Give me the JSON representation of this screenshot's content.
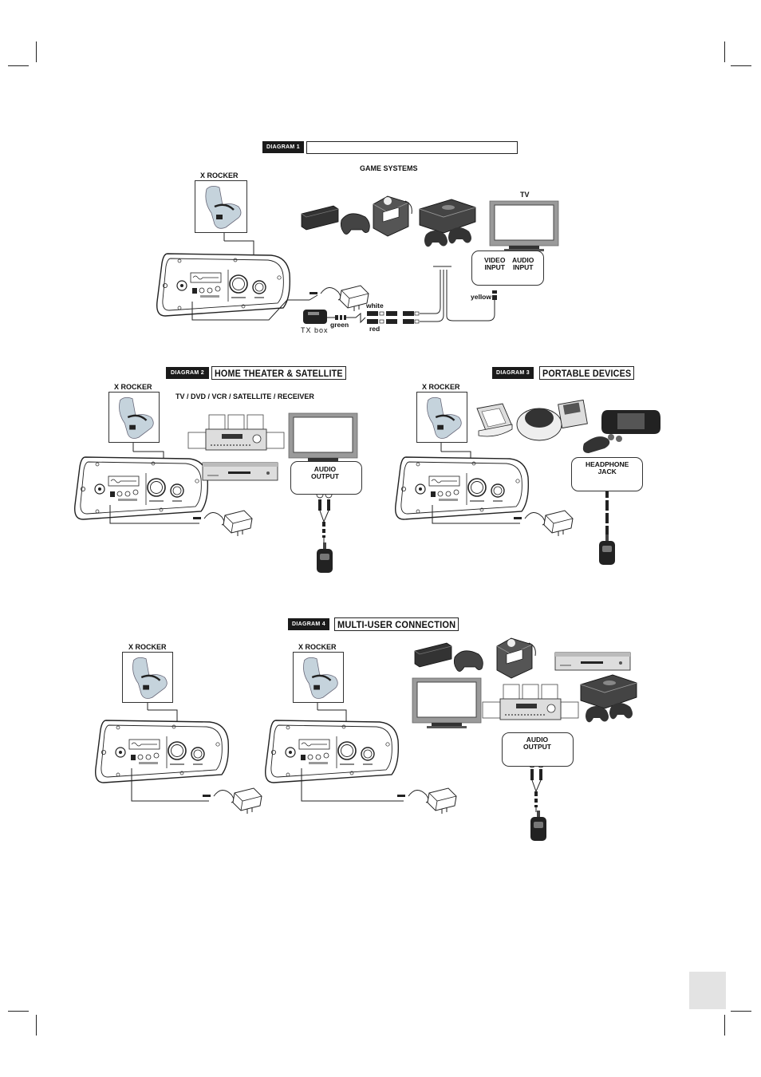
{
  "diagram1": {
    "tag": "DIAGRAM 1",
    "title": "",
    "x_rocker": "X ROCKER",
    "game_systems": "GAME SYSTEMS",
    "tv": "TV",
    "video_input": "VIDEO\nINPUT",
    "audio_input": "AUDIO\nINPUT",
    "yellow": "yellow",
    "white": "white",
    "green": "green",
    "red": "red",
    "tx_box": "TX box"
  },
  "diagram2": {
    "tag": "DIAGRAM 2",
    "title": "HOME THEATER & SATELLITE",
    "x_rocker": "X ROCKER",
    "sources": "TV / DVD / VCR / SATELLITE / RECEIVER",
    "audio_output": "AUDIO\nOUTPUT"
  },
  "diagram3": {
    "tag": "DIAGRAM 3",
    "title": "PORTABLE DEVICES",
    "x_rocker": "X ROCKER",
    "headphone_jack": "HEADPHONE\nJACK"
  },
  "diagram4": {
    "tag": "DIAGRAM 4",
    "title": "MULTI-USER CONNECTION",
    "x_rocker_left": "X ROCKER",
    "x_rocker_right": "X ROCKER",
    "audio_output": "AUDIO\nOUTPUT"
  },
  "colors": {
    "ink": "#222222",
    "tag_bg": "#1a1a1a",
    "page_box": "#e3e3e3"
  }
}
